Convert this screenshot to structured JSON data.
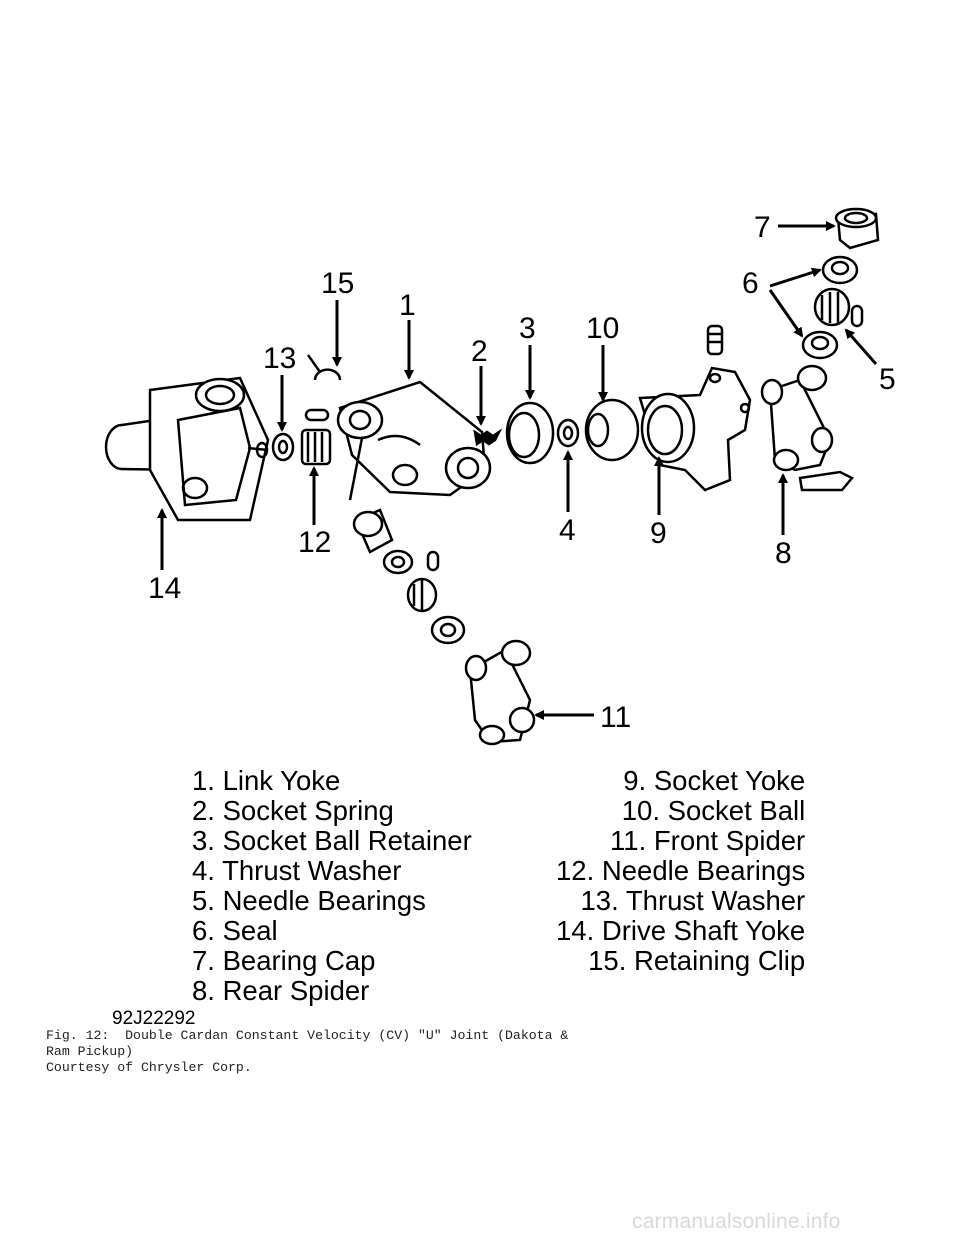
{
  "callouts": [
    "1",
    "2",
    "3",
    "4",
    "5",
    "6",
    "7",
    "8",
    "9",
    "10",
    "11",
    "12",
    "13",
    "14",
    "15"
  ],
  "legend_left": [
    "1. Link Yoke",
    "2. Socket Spring",
    "3. Socket Ball Retainer",
    "4. Thrust Washer",
    "5. Needle Bearings",
    "6. Seal",
    "7. Bearing Cap",
    "8. Rear Spider"
  ],
  "legend_right": [
    "9. Socket Yoke",
    "10. Socket Ball",
    "11. Front Spider",
    "12. Needle Bearings",
    "13. Thrust Washer",
    "14. Drive Shaft Yoke",
    "15. Retaining Clip"
  ],
  "figure_code": "92J22292",
  "caption": "Fig. 12:  Double Cardan Constant Velocity (CV) \"U\" Joint (Dakota &\nRam Pickup)\nCourtesy of Chrysler Corp.",
  "watermark": "carmanualsonline.info"
}
